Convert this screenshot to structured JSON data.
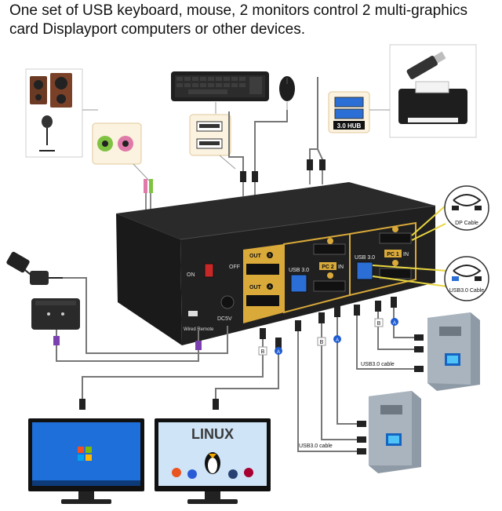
{
  "headline": {
    "line1": "One set of USB keyboard, mouse, 2 monitors control 2 multi-graphics",
    "line2": "card Displayport computers or other devices."
  },
  "device": {
    "on_label": "ON",
    "off_label": "OFF",
    "dc_label": "DC5V",
    "wired_remote_label": "Wired Remote",
    "out_b": "OUT",
    "out_a": "OUT",
    "badge_b": "B",
    "badge_a": "A",
    "usb30_left": "USB 3.0",
    "usb30_right": "USB 3.0",
    "pc2": "PC 2",
    "pc1": "PC 1",
    "in_label": "IN"
  },
  "callouts": {
    "hub_label": "3.0 HUB",
    "dp_cable": "DP Cable",
    "usb30_cable": "USB3.0 Cable"
  },
  "cable_labels": {
    "usb30_cable_pc1": "USB3.0 cable",
    "usb30_cable_pc2": "USB3.0 cable",
    "tag_b": "B",
    "tag_a": "A"
  },
  "monitors": {
    "right_screen_text": "LINUX"
  },
  "colors": {
    "gold": "#d9a93a",
    "blue_port": "#2b6fd6",
    "callout_line": "#e8d640",
    "cable": "#8a8a8a",
    "tag_blue": "#1f5bd1"
  }
}
